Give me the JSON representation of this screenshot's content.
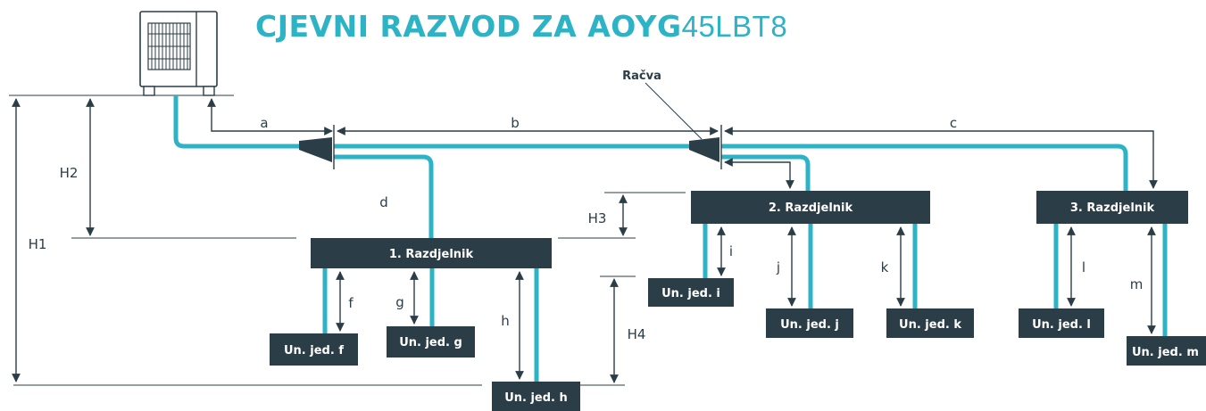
{
  "title": {
    "bold": "CJEVNI RAZVOD ZA AOYG",
    "model": "45LBT8"
  },
  "branch_label": "Račva",
  "distributors": [
    "1. Razdjelnik",
    "2. Razdjelnik",
    "3. Razdjelnik"
  ],
  "units": [
    "Un. jed. f",
    "Un. jed. g",
    "Un. jed. h",
    "Un. jed. i",
    "Un. jed. j",
    "Un. jed. k",
    "Un. jed. l",
    "Un. jed. m"
  ],
  "pipe_labels": [
    "a",
    "b",
    "c",
    "d",
    "f",
    "g",
    "h",
    "i",
    "j",
    "k",
    "l",
    "m"
  ],
  "height_labels": [
    "H1",
    "H2",
    "H3",
    "H4"
  ],
  "colors": {
    "pipe": "#2cb3c6",
    "box": "#2b3d46",
    "text": "#2b3d46",
    "title": "#2cb3c6"
  }
}
